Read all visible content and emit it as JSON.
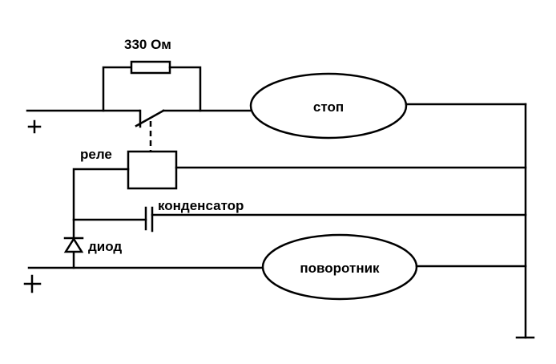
{
  "diagram": {
    "title": "Схема подключения стоп-сигнала и поворотника через реле",
    "labels": {
      "resistor": "330 Ом",
      "relay": "реле",
      "capacitor": "конденсатор",
      "diode": "диод",
      "stop_lamp": "стоп",
      "turn_lamp": "поворотник",
      "plus_top": "+",
      "plus_bottom": "+"
    },
    "components": [
      {
        "id": "resistor",
        "type": "resistor",
        "value": "330 Ом"
      },
      {
        "id": "relay-switch",
        "type": "relay-contact"
      },
      {
        "id": "relay",
        "type": "relay-coil",
        "label": "реле"
      },
      {
        "id": "capacitor",
        "type": "capacitor",
        "label": "конденсатор"
      },
      {
        "id": "diode",
        "type": "diode",
        "label": "диод"
      },
      {
        "id": "stop-lamp",
        "type": "lamp",
        "label": "стоп"
      },
      {
        "id": "turn-lamp",
        "type": "lamp",
        "label": "поворотник"
      },
      {
        "id": "ground",
        "type": "ground"
      }
    ],
    "colors": {
      "line": "#000000",
      "background": "#ffffff"
    }
  }
}
